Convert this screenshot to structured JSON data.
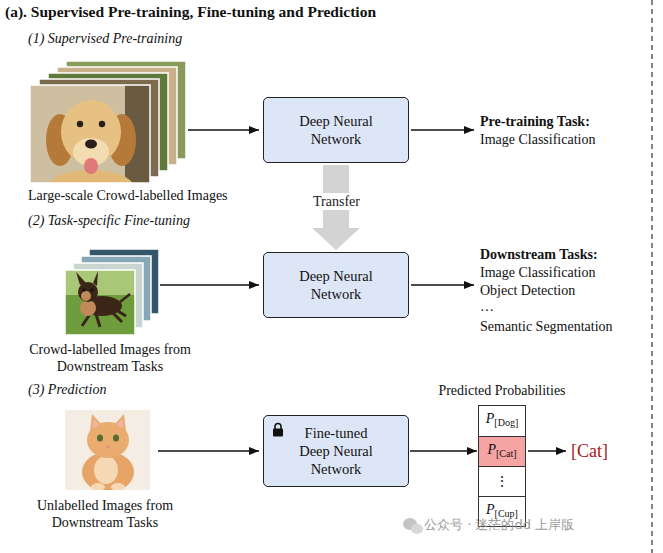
{
  "diagram": {
    "title": "(a). Supervised Pre-training, Fine-tuning and Prediction",
    "nodes": [
      {
        "text": [
          "Deep Neural Network"
        ]
      },
      {
        "text": [
          "Deep Neural Network"
        ]
      },
      {
        "text": [
          "Fine-tuned Deep Neural Network"
        ]
      },
      {
        "text": [
          "Predicted Probabilities"
        ]
      },
      {
        "text": [
          "P[Dog]"
        ],
        "in": 3
      },
      {
        "text": [
          "P[Cat]"
        ],
        "in": 3
      },
      {
        "text": [
          "⋮"
        ],
        "in": 3
      },
      {
        "text": [
          "P[Cup]"
        ],
        "in": 3
      }
    ],
    "edges": [
      {
        "from": 0,
        "to": 1,
        "label": "Transfer",
        "arrow": "to"
      },
      {
        "from": 2,
        "to": 3,
        "arrow": "to"
      }
    ],
    "labels": [
      "(1) Supervised Pre-training",
      "Large-scale Crowd-labelled Images",
      "Pre-training Task:",
      "Image Classification",
      "(2) Task-specific Fine-tuning",
      "Crowd-labelled Images from Downstream Tasks",
      "Downstream Tasks:",
      "Image Classification",
      "Object Detection",
      "…",
      "Semantic Segmentation",
      "(3) Prediction",
      "Unlabelled Images from Downstream Tasks",
      "[Cat]",
      "公众号 · 迷茫的dd 上岸版"
    ]
  }
}
